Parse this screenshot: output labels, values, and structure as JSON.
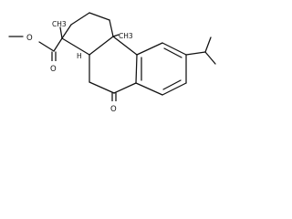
{
  "molecule": {
    "atoms": {
      "ester_oxygen_left": "O",
      "carbonyl_oxygen_ester": "O",
      "ketone_oxygen": "O",
      "methyl_c1": "CH3",
      "methyl_c4a": "CH3",
      "stereo_h": "H"
    }
  }
}
